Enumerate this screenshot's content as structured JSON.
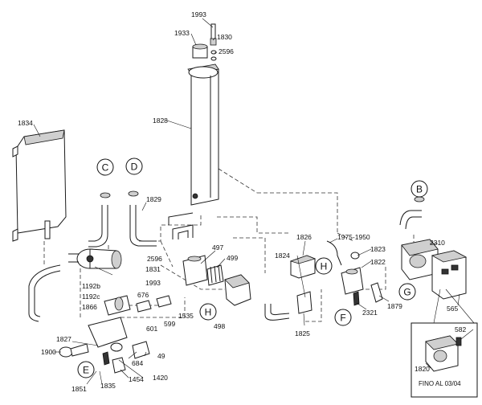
{
  "labels": {
    "l1993top": "1993",
    "l1933": "1933",
    "l1830": "1830",
    "l2596top": "2596",
    "l1828": "1828",
    "l1834": "1834",
    "l1829": "1829",
    "l497": "497",
    "l499": "499",
    "l2596mid": "2596",
    "l1831": "1831",
    "l1993mid": "1993",
    "l676": "676",
    "l601": "601",
    "l599": "599",
    "l1535": "1535",
    "l498": "498",
    "l1192b": "1192b",
    "l1192c": "1192c",
    "l1866": "1866",
    "l1827": "1827",
    "l1900": "1900",
    "l684": "684",
    "l49": "49",
    "l1454": "1454",
    "l1420": "1420",
    "l1851": "1851",
    "l1835": "1835",
    "l1826": "1826",
    "l1975": "1975-1950",
    "l1824": "1824",
    "l1823": "1823",
    "l1822": "1822",
    "l1825": "1825",
    "l2321": "2321",
    "l1879": "1879",
    "l2310": "2310",
    "l565": "565",
    "l582": "582",
    "l1820": "1820"
  },
  "callouts": {
    "c": "C",
    "d": "D",
    "h1": "H",
    "h2": "H",
    "e": "E",
    "f": "F",
    "b": "B",
    "g": "G"
  },
  "inset": {
    "caption": "FINO AL 03/04"
  }
}
